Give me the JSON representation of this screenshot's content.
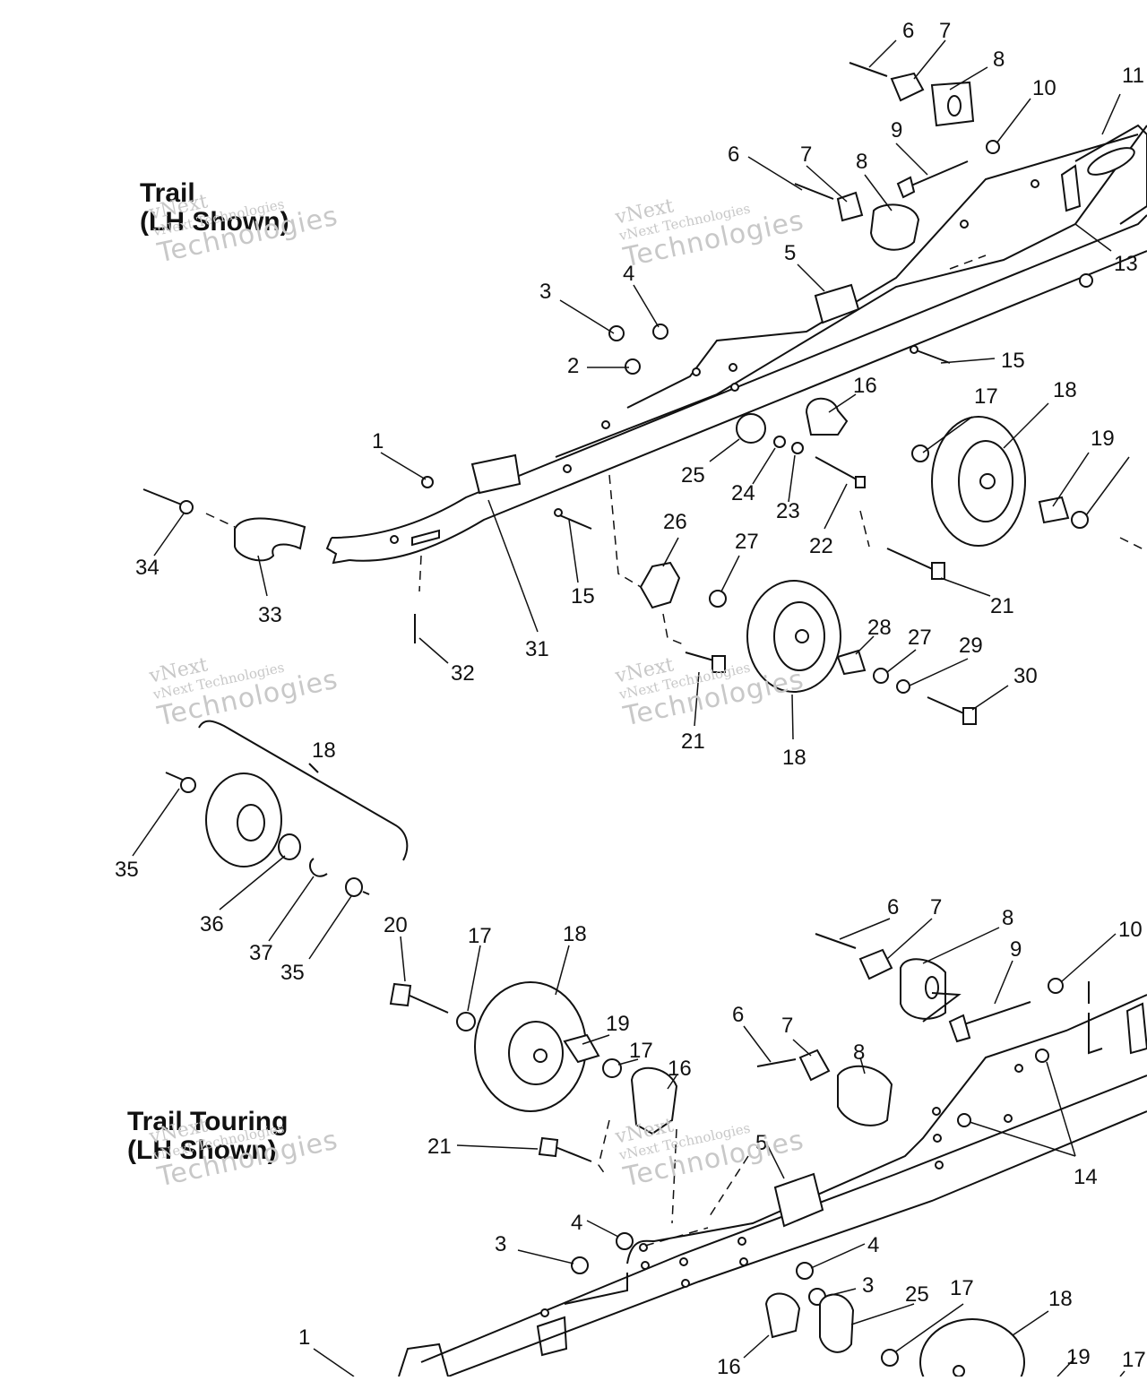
{
  "sections": [
    {
      "title_line1": "Trail",
      "title_line2": "(LH Shown)"
    },
    {
      "title_line1": "Trail Touring",
      "title_line2": "(LH Shown)"
    }
  ],
  "watermark": {
    "line1": "vNext",
    "line2": "vNext Technologies",
    "line3": "Technologies"
  },
  "callouts": {
    "trail": [
      "6",
      "7",
      "8",
      "10",
      "11",
      "9",
      "6",
      "7",
      "8",
      "13",
      "5",
      "3",
      "4",
      "2",
      "15",
      "16",
      "17",
      "18",
      "19",
      "1",
      "25",
      "24",
      "23",
      "22",
      "34",
      "33",
      "31",
      "15",
      "26",
      "27",
      "21",
      "32",
      "28",
      "27",
      "29",
      "30",
      "21",
      "18"
    ],
    "detail": [
      "18",
      "35",
      "36",
      "37",
      "35"
    ],
    "touring": [
      "6",
      "7",
      "8",
      "10",
      "9",
      "20",
      "17",
      "18",
      "6",
      "7",
      "8",
      "19",
      "17",
      "16",
      "21",
      "5",
      "14",
      "4",
      "3",
      "4",
      "3",
      "25",
      "17",
      "18",
      "1",
      "16",
      "19",
      "17"
    ]
  }
}
